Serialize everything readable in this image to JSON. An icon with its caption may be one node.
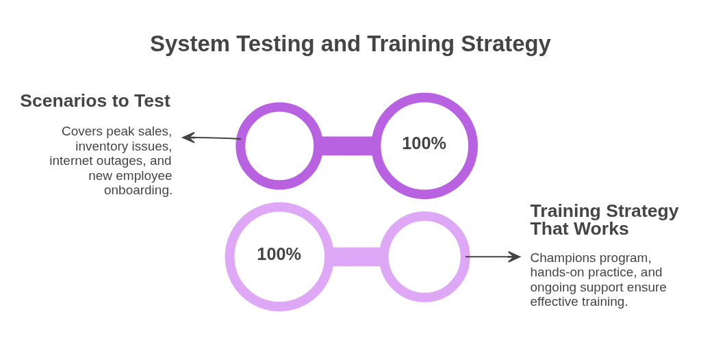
{
  "diagram": {
    "title": "System Testing and Training Strategy",
    "nodes": [
      {
        "text": [
          "Scenarios to Test",
          "Covers peak sales, inventory issues, internet outages, and new employee onboarding."
        ]
      },
      {
        "text": [],
        "shape": "circle"
      },
      {
        "text": [
          "100%"
        ]
      },
      {
        "text": [
          "100%"
        ]
      },
      {
        "text": [],
        "shape": "circle"
      },
      {
        "text": [
          "Training Strategy That Works",
          "Champions program, hands-on practice, and ongoing support ensure effective training."
        ]
      }
    ],
    "edges": [
      {
        "from": 1,
        "to": 0,
        "arrow": "to"
      },
      {
        "from": 1,
        "to": 2,
        "arrow": "none",
        "style": "thick",
        "color": "#b862e2"
      },
      {
        "from": 3,
        "to": 4,
        "arrow": "none",
        "style": "thick",
        "color": "#dfa8f7"
      },
      {
        "from": 4,
        "to": 5,
        "arrow": "to"
      }
    ]
  }
}
